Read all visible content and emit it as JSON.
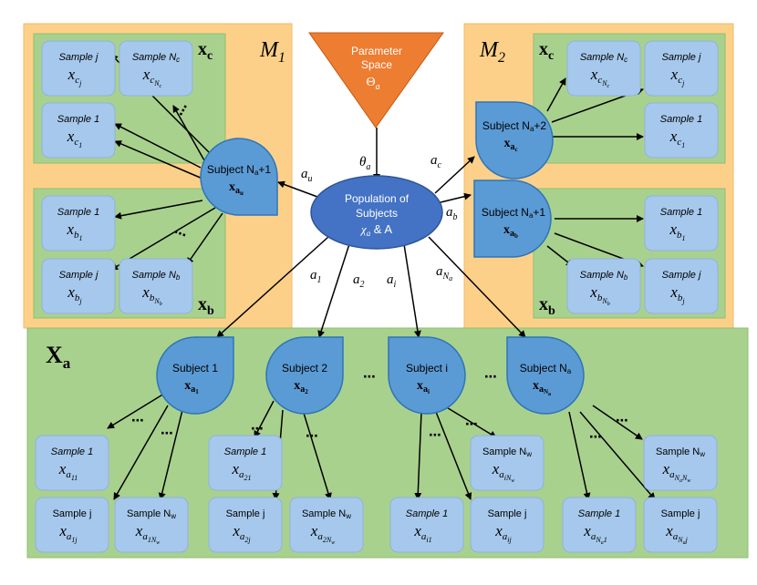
{
  "panels": {
    "m1": {
      "label": "M",
      "sub": "1"
    },
    "m2": {
      "label": "M",
      "sub": "2"
    },
    "xc_left": {
      "label": "x",
      "sub": "c"
    },
    "xc_right": {
      "label": "x",
      "sub": "c"
    },
    "xb_left": {
      "label": "x",
      "sub": "b"
    },
    "xb_right": {
      "label": "x",
      "sub": "b"
    },
    "xa": {
      "label": "X",
      "sub": "a"
    }
  },
  "parameter_space": {
    "line1": "Parameter",
    "line2": "Space",
    "symbol": "Θ",
    "sub": "a"
  },
  "population": {
    "line1": "Population of",
    "line2": "Subjects",
    "line3": "χ",
    "line3_sub": "a",
    "line3_rest": " & A"
  },
  "edges": {
    "theta": {
      "sym": "θ",
      "sub": "a"
    },
    "au": {
      "sym": "a",
      "sub": "u"
    },
    "ac": {
      "sym": "a",
      "sub": "c"
    },
    "ab": {
      "sym": "a",
      "sub": "b"
    },
    "a1": {
      "sym": "a",
      "sub": "1"
    },
    "a2": {
      "sym": "a",
      "sub": "2"
    },
    "ai": {
      "sym": "a",
      "sub": "i"
    },
    "aNa": {
      "sym": "a",
      "sub": "N",
      "subsub": "a"
    }
  },
  "subjects": {
    "u": {
      "l1": "Subject N",
      "l1_sub": "a",
      "l1_rest": "+1",
      "l2": "x",
      "l2_sub": "a",
      "l2_subsub": "u"
    },
    "c": {
      "l1": "Subject N",
      "l1_sub": "a",
      "l1_rest": "+2",
      "l2": "x",
      "l2_sub": "a",
      "l2_subsub": "c"
    },
    "b": {
      "l1": "Subject N",
      "l1_sub": "a",
      "l1_rest": "+1",
      "l2": "x",
      "l2_sub": "a",
      "l2_subsub": "b"
    },
    "s1": {
      "l1": "Subject 1",
      "l2": "x",
      "l2_sub": "a",
      "l2_subsub": "1"
    },
    "s2": {
      "l1": "Subject 2",
      "l2": "x",
      "l2_sub": "a",
      "l2_subsub": "2"
    },
    "si": {
      "l1": "Subject i",
      "l2": "x",
      "l2_sub": "a",
      "l2_subsub": "i"
    },
    "sN": {
      "l1": "Subject N",
      "l1_sub": "a",
      "l2": "x",
      "l2_sub": "a",
      "l2_subsub": "N",
      "l2_subsubsub": "a"
    }
  },
  "samples": {
    "lc_j": {
      "label": "Sample j",
      "sym": "x",
      "sub": "c",
      "subsub": "j"
    },
    "lc_N": {
      "label": "Sample N",
      "label_sub": "c",
      "sym": "x",
      "sub": "c",
      "subsub": "N",
      "subsubsub": "c"
    },
    "lc_1": {
      "label": "Sample 1",
      "sym": "x",
      "sub": "c",
      "subsub": "1"
    },
    "lb_1": {
      "label": "Sample 1",
      "sym": "x",
      "sub": "b",
      "subsub": "1"
    },
    "lb_j": {
      "label": "Sample j",
      "sym": "x",
      "sub": "b",
      "subsub": "j"
    },
    "lb_N": {
      "label": "Sample N",
      "label_sub": "b",
      "sym": "x",
      "sub": "b",
      "subsub": "N",
      "subsubsub": "b"
    },
    "rc_N": {
      "label": "Sample N",
      "label_sub": "c",
      "sym": "x",
      "sub": "c",
      "subsub": "N",
      "subsubsub": "c"
    },
    "rc_j": {
      "label": "Sample j",
      "sym": "x",
      "sub": "c",
      "subsub": "j"
    },
    "rc_1": {
      "label": "Sample 1",
      "sym": "x",
      "sub": "c",
      "subsub": "1"
    },
    "rb_1": {
      "label": "Sample 1",
      "sym": "x",
      "sub": "b",
      "subsub": "1"
    },
    "rb_N": {
      "label": "Sample N",
      "label_sub": "b",
      "sym": "x",
      "sub": "b",
      "subsub": "N",
      "subsubsub": "b"
    },
    "rb_j": {
      "label": "Sample j",
      "sym": "x",
      "sub": "b",
      "subsub": "j"
    },
    "a1_1": {
      "label": "Sample 1",
      "sym": "x",
      "sub": "a",
      "subsub": "11"
    },
    "a1_j": {
      "label": "Sample j",
      "sym": "x",
      "sub": "a",
      "subsub": "1j"
    },
    "a1_N": {
      "label": "Sample N",
      "label_sub": "w",
      "sym": "x",
      "sub": "a",
      "subsub": "1N",
      "subsubsub": "w"
    },
    "a2_1": {
      "label": "Sample 1",
      "sym": "x",
      "sub": "a",
      "subsub": "21"
    },
    "a2_j": {
      "label": "Sample j",
      "sym": "x",
      "sub": "a",
      "subsub": "2j"
    },
    "a2_N": {
      "label": "Sample N",
      "label_sub": "w",
      "sym": "x",
      "sub": "a",
      "subsub": "2N",
      "subsubsub": "w"
    },
    "ai_N": {
      "label": "Sample N",
      "label_sub": "w",
      "sym": "x",
      "sub": "a",
      "subsub": "iN",
      "subsubsub": "w"
    },
    "ai_1": {
      "label": "Sample 1",
      "sym": "x",
      "sub": "a",
      "subsub": "i1"
    },
    "ai_j": {
      "label": "Sample j",
      "sym": "x",
      "sub": "a",
      "subsub": "ij"
    },
    "aN_N": {
      "label": "Sample N",
      "label_sub": "w",
      "sym": "x",
      "sub": "a",
      "subsub": "N",
      "subsubsub": "a",
      "tail": "N",
      "tail_sub": "w"
    },
    "aN_1": {
      "label": "Sample 1",
      "sym": "x",
      "sub": "a",
      "subsub": "N",
      "subsubsub": "a",
      "tail": "1"
    },
    "aN_j": {
      "label": "Sample j",
      "sym": "x",
      "sub": "a",
      "subsub": "N",
      "subsubsub": "a",
      "tail": "j"
    }
  },
  "ellipsis": "⋯",
  "colors": {
    "orange_panel": "#fdd089",
    "green_panel": "#a9d18e",
    "green_inner": "#9cc97f",
    "sample_box": "#a6c8ec",
    "subject": "#5b9bd5",
    "population": "#4472c4",
    "triangle": "#ed7d31"
  }
}
